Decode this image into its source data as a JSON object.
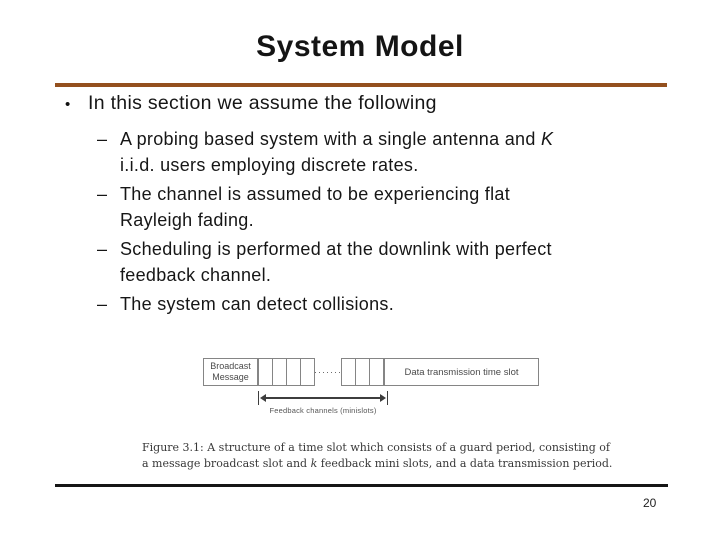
{
  "slide": {
    "title": "System Model",
    "page_number": "20"
  },
  "content": {
    "main_marker": "•",
    "main_bullet": "In this section we assume the following",
    "sub_bullets": [
      {
        "marker": "–",
        "line1_pre": "A probing based system with a single antenna and ",
        "line1_italic": "K",
        "line2": "i.i.d. users employing discrete rates."
      },
      {
        "marker": "–",
        "line1_pre": "The channel is assumed to be experiencing flat",
        "line1_italic": "",
        "line2": "Rayleigh fading."
      },
      {
        "marker": "–",
        "line1_pre": "Scheduling is performed at the downlink with perfect",
        "line1_italic": "",
        "line2": "feedback channel."
      },
      {
        "marker": "–",
        "line1_pre": "The system can detect collisions.",
        "line1_italic": "",
        "line2": ""
      }
    ]
  },
  "figure": {
    "broadcast_label": "Broadcast\nMessage",
    "minislots_left_count": 4,
    "dots": "·······",
    "minislots_right_count": 3,
    "data_label": "Data transmission time slot",
    "feedback_label": "Feedback channels (minislots)"
  },
  "caption": {
    "line1": "Figure 3.1: A structure of a time slot which consists of a guard period, consisting of",
    "line2_pre": "a message broadcast slot and ",
    "line2_italic": "k",
    "line2_post": " feedback mini slots, and a data transmission period."
  },
  "colors": {
    "title_rule": "#94501E",
    "bottom_rule": "#151515",
    "figure_stroke": "#858585"
  }
}
